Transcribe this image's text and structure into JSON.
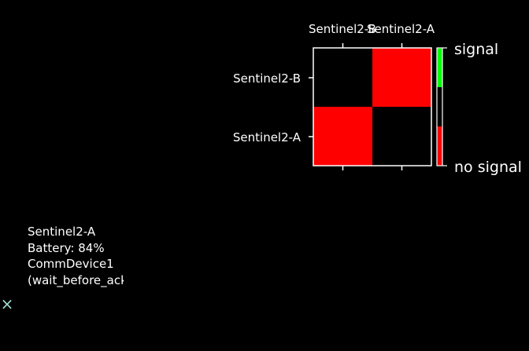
{
  "matrix": {
    "column_labels": [
      "Sentinel2-B",
      "Sentinel2-A"
    ],
    "row_labels": [
      "Sentinel2-B",
      "Sentinel2-A"
    ],
    "cells": [
      [
        0,
        1
      ],
      [
        1,
        0
      ]
    ],
    "colors": {
      "signal_cell": "#ff0000",
      "empty_cell": "#000000",
      "frame": "#ffffff"
    }
  },
  "legend": {
    "top_label": "signal",
    "bottom_label": "no signal",
    "colors": {
      "top": "#00ff00",
      "bottom": "#ff0000"
    }
  },
  "info_panel": {
    "lines": [
      "Sentinel2-A",
      "Battery: 84%",
      "CommDevice1",
      "(wait_before_ack)"
    ]
  },
  "close_icon": {
    "glyph": "×",
    "color": "#9fd8cc"
  }
}
